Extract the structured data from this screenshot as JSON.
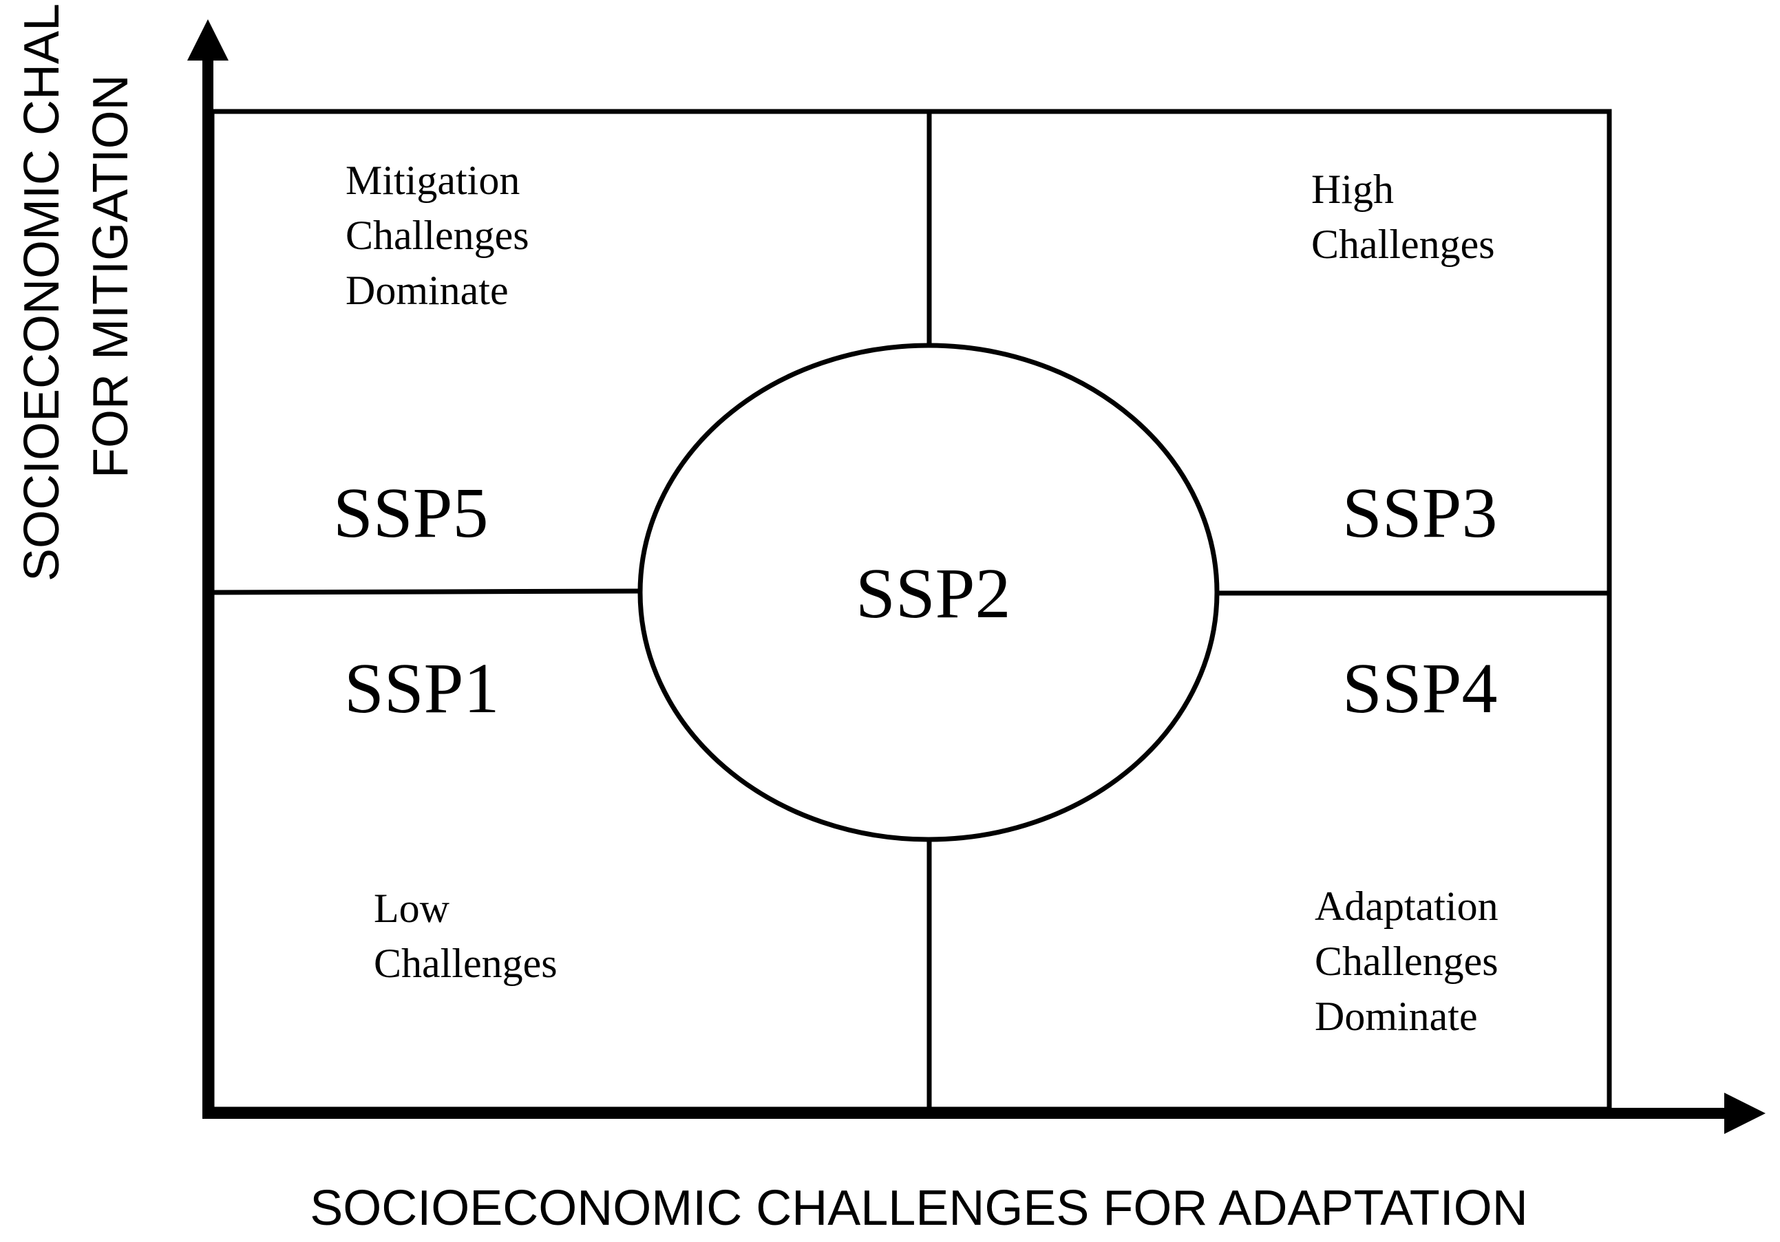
{
  "axes": {
    "x_label": "SOCIOECONOMIC CHALLENGES FOR ADAPTATION",
    "y_label": [
      "SOCIOECONOMIC CHALLENGES",
      "FOR MITIGATION"
    ]
  },
  "quadrants": {
    "top_left": [
      "Mitigation",
      "Challenges",
      "Dominate"
    ],
    "top_right": [
      "High",
      "Challenges"
    ],
    "bottom_left": [
      "Low",
      "Challenges"
    ],
    "bottom_right": [
      "Adaptation",
      "Challenges",
      "Dominate"
    ]
  },
  "scenarios": {
    "ssp1": "SSP1",
    "ssp2": "SSP2",
    "ssp3": "SSP3",
    "ssp4": "SSP4",
    "ssp5": "SSP5"
  }
}
